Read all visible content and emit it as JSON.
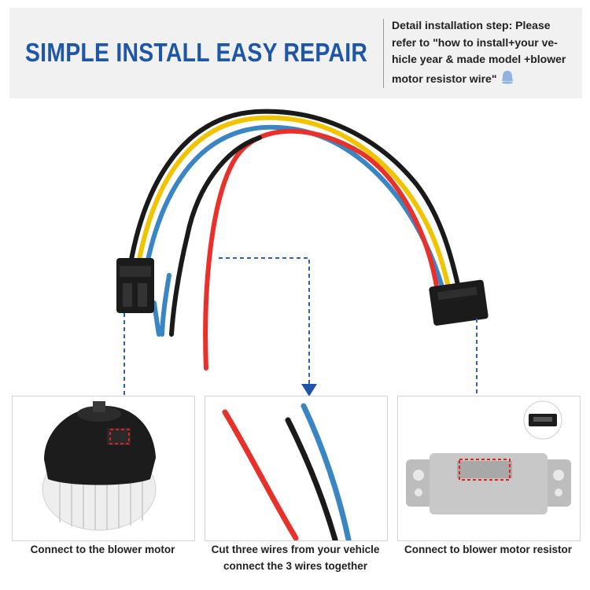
{
  "header": {
    "title": "SIMPLE INSTALL EASY REPAIR",
    "note_lines": [
      "Detail installation step: Please",
      "refer to \"how to install+your ve-",
      "hicle year & made model +blower",
      "motor resistor wire\""
    ]
  },
  "panels": [
    {
      "caption_lines": [
        "Connect to the blower motor"
      ]
    },
    {
      "caption_lines": [
        "Cut three wires from your vehicle",
        "connect the 3 wires together"
      ]
    },
    {
      "caption_lines": [
        "Connect to blower motor resistor"
      ]
    }
  ],
  "icons": [
    "bell-icon"
  ],
  "colors": {
    "title": "#1f56a6",
    "wire_yellow": "#f2c400",
    "wire_blue": "#3a86c4",
    "wire_black": "#1a1a1a",
    "wire_red": "#e8312a",
    "guide": "#2a63b8",
    "highlight": "#e02020"
  }
}
